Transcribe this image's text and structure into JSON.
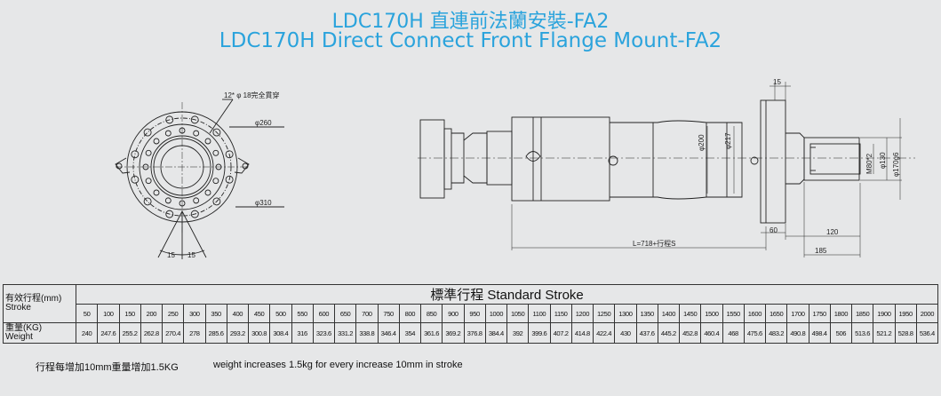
{
  "title_cn": "LDC170H 直連前法蘭安裝-FA2",
  "title_en": "LDC170H Direct Connect Front Flange Mount-FA2",
  "drawing": {
    "holes_label": "12* φ 18完全貫穿",
    "dia_260": "φ260",
    "dia_310": "φ310",
    "dim_15_left": "15",
    "dim_15_right": "15",
    "dia_200": "φ200",
    "dia_217": "φ217",
    "thread": "M80*2",
    "dia_130": "φ130",
    "dia_170": "φ170g6",
    "dim_15_top": "15",
    "dim_60": "60",
    "dim_120": "120",
    "dim_185": "185",
    "length": "L=718+行程S"
  },
  "table": {
    "header": "標準行程 Standard Stroke",
    "stroke_label": "有效行程(mm)\nStroke",
    "weight_label": "重量(KG)\nWeight",
    "strokes": [
      "50",
      "100",
      "150",
      "200",
      "250",
      "300",
      "350",
      "400",
      "450",
      "500",
      "550",
      "600",
      "650",
      "700",
      "750",
      "800",
      "850",
      "900",
      "950",
      "1000",
      "1050",
      "1100",
      "1150",
      "1200",
      "1250",
      "1300",
      "1350",
      "1400",
      "1450",
      "1500",
      "1550",
      "1600",
      "1650",
      "1700",
      "1750",
      "1800",
      "1850",
      "1900",
      "1950",
      "2000"
    ],
    "weights": [
      "240",
      "247.6",
      "255.2",
      "262.8",
      "270.4",
      "278",
      "285.6",
      "293.2",
      "300.8",
      "308.4",
      "316",
      "323.6",
      "331.2",
      "338.8",
      "346.4",
      "354",
      "361.6",
      "369.2",
      "376.8",
      "384.4",
      "392",
      "399.6",
      "407.2",
      "414.8",
      "422.4",
      "430",
      "437.6",
      "445.2",
      "452.8",
      "460.4",
      "468",
      "475.6",
      "483.2",
      "490.8",
      "498.4",
      "506",
      "513.6",
      "521.2",
      "528.8",
      "536.4"
    ]
  },
  "note_cn": "行程每增加10mm重量增加1.5KG",
  "note_en": "weight increases 1.5kg for every increase 10mm in stroke"
}
